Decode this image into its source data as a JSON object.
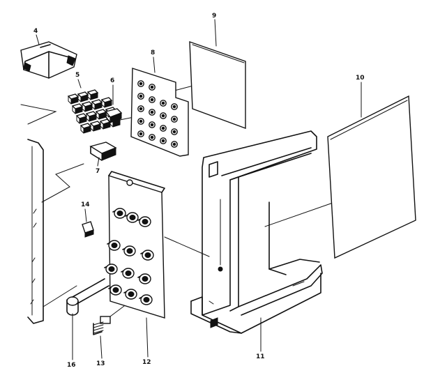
{
  "diagram": {
    "callouts": {
      "c4": "4",
      "c5": "5",
      "c6": "6",
      "c7": "7",
      "c8": "8",
      "c9": "9",
      "c10": "10",
      "c11": "11",
      "c12": "12",
      "c13": "13",
      "c14": "14",
      "c16": "16"
    },
    "colors": {
      "ink": "#111111",
      "paper": "#ffffff"
    }
  }
}
